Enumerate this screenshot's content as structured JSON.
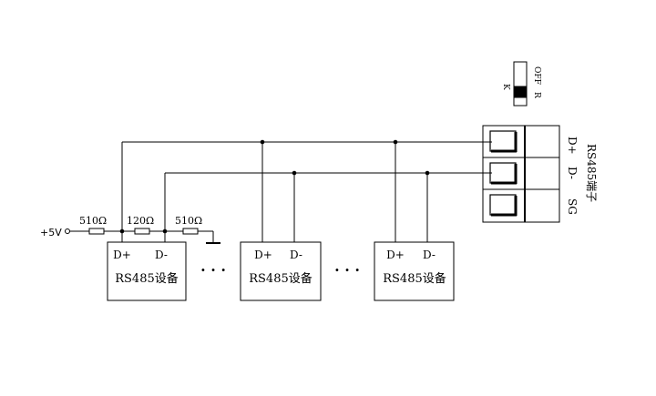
{
  "supply": {
    "label": "+5V"
  },
  "resistors": {
    "r1": "510Ω",
    "r2": "120Ω",
    "r3": "510Ω"
  },
  "devices": [
    {
      "dplus": "D+",
      "dminus": "D-",
      "name": "RS485设备"
    },
    {
      "dplus": "D+",
      "dminus": "D-",
      "name": "RS485设备"
    },
    {
      "dplus": "D+",
      "dminus": "D-",
      "name": "RS485设备"
    }
  ],
  "ellipsis": [
    "· · ·",
    "· · ·"
  ],
  "terminal": {
    "title": "RS485端子",
    "pins": [
      "D+",
      "D-",
      "SG"
    ]
  },
  "dip_switch": {
    "off": "OFF",
    "k": "K",
    "r": "R"
  }
}
